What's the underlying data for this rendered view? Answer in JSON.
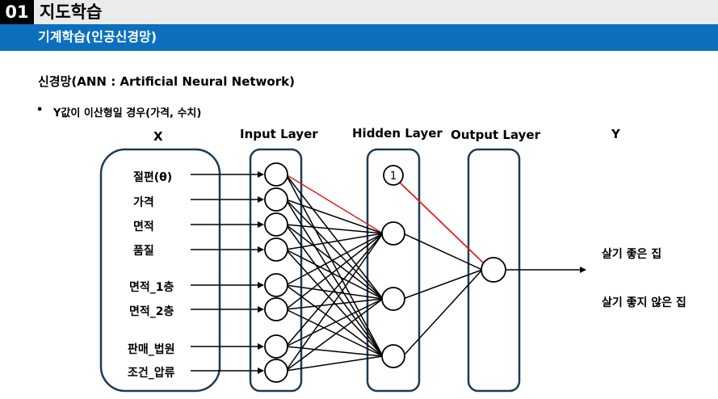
{
  "header": {
    "number": "01",
    "title": "지도학습"
  },
  "subheader": {
    "title": "기계학습(인공신경망)"
  },
  "heading": "신경망(ANN : Artificial Neural Network)",
  "bullet": {
    "marker": "•",
    "text": "Y값이 이산형일 경우(가격, 수치)"
  },
  "column_labels": {
    "x": "X",
    "input": "Input Layer",
    "hidden": "Hidden Layer",
    "output": "Output Layer",
    "y": "Y"
  },
  "inputs": [
    "절편(θ)",
    "가격",
    "면적",
    "품질",
    "면적_1층",
    "면적_2층",
    "판매_법원",
    "조건_압류"
  ],
  "bias_node_label": "1",
  "outputs": [
    "살기 좋은 집",
    "살기 좋지 않은 집"
  ],
  "colors": {
    "accent_bar": "#0b6fbe",
    "box_stroke": "#1f3a55",
    "highlight_edge": "#e02020"
  }
}
